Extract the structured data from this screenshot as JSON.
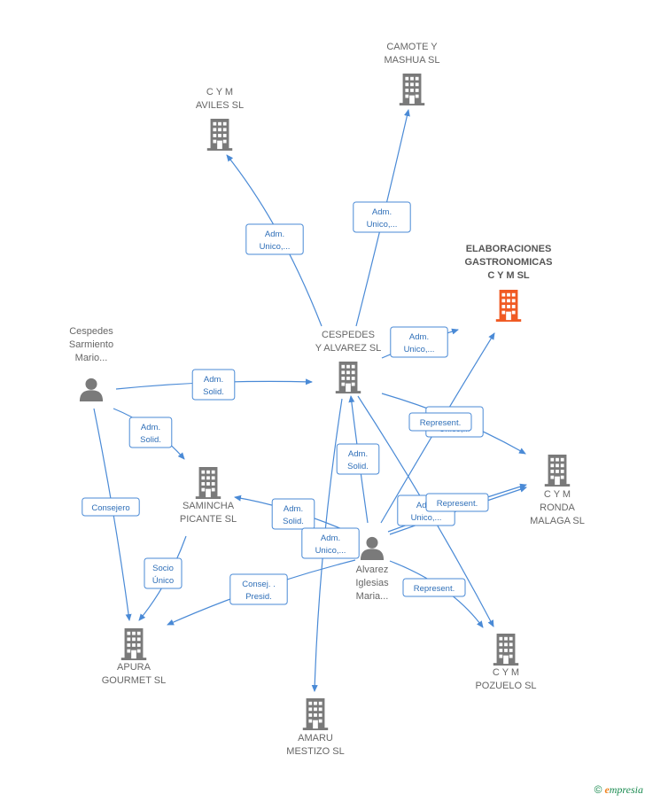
{
  "colors": {
    "edge": "#4a8ad6",
    "node": "#7a7a7a",
    "highlight": "#f05a23"
  },
  "nodes": [
    {
      "id": "camote",
      "type": "company",
      "lines": [
        "CAMOTE Y",
        "MASHUA  SL"
      ]
    },
    {
      "id": "aviles",
      "type": "company",
      "lines": [
        "C Y M",
        "AVILES  SL"
      ]
    },
    {
      "id": "elab",
      "type": "company",
      "highlight": true,
      "lines": [
        "ELABORACIONES",
        "GASTRONOMICAS",
        "C Y M  SL"
      ]
    },
    {
      "id": "cespedes_sl",
      "type": "company",
      "lines": [
        "CESPEDES",
        "Y ALVAREZ SL"
      ]
    },
    {
      "id": "cespedes_p",
      "type": "person",
      "lines": [
        "Cespedes",
        "Sarmiento",
        "Mario..."
      ]
    },
    {
      "id": "samincha",
      "type": "company",
      "lines": [
        "SAMINCHA",
        "PICANTE  SL"
      ]
    },
    {
      "id": "ronda",
      "type": "company",
      "lines": [
        "C Y M",
        "RONDA",
        "MALAGA  SL"
      ]
    },
    {
      "id": "alvarez",
      "type": "person",
      "lines": [
        "Alvarez",
        "Iglesias",
        "Maria..."
      ]
    },
    {
      "id": "apura",
      "type": "company",
      "lines": [
        "APURA",
        "GOURMET  SL"
      ]
    },
    {
      "id": "pozuelo",
      "type": "company",
      "lines": [
        "C Y M",
        "POZUELO  SL"
      ]
    },
    {
      "id": "amaru",
      "type": "company",
      "lines": [
        "AMARU",
        "MESTIZO  SL"
      ]
    }
  ],
  "edges": [
    {
      "from": "cespedes_sl",
      "to": "aviles",
      "label": [
        "Adm.",
        "Unico,..."
      ]
    },
    {
      "from": "cespedes_sl",
      "to": "camote",
      "label": [
        "Adm.",
        "Unico,..."
      ]
    },
    {
      "from": "cespedes_sl",
      "to": "elab",
      "label": [
        "Adm.",
        "Unico,..."
      ]
    },
    {
      "from": "cespedes_p",
      "to": "cespedes_sl",
      "label": [
        "Adm.",
        "Solid."
      ]
    },
    {
      "from": "cespedes_p",
      "to": "samincha",
      "label": [
        "Adm.",
        "Solid."
      ]
    },
    {
      "from": "cespedes_p",
      "to": "apura",
      "label": [
        "Consejero"
      ]
    },
    {
      "from": "samincha",
      "to": "apura",
      "label": [
        "Socio",
        "Único"
      ]
    },
    {
      "from": "cespedes_sl",
      "to": "ronda",
      "label": [
        "Adm.",
        "Unico,..."
      ]
    },
    {
      "from": "cespedes_sl",
      "to": "pozuelo",
      "label": []
    },
    {
      "from": "alvarez",
      "to": "cespedes_sl",
      "label": [
        "Adm.",
        "Solid."
      ]
    },
    {
      "from": "alvarez",
      "to": "samincha",
      "label": [
        "Adm.",
        "Solid."
      ]
    },
    {
      "from": "alvarez",
      "to": "elab",
      "label": [
        "Represent."
      ]
    },
    {
      "from": "alvarez",
      "to": "ronda",
      "label": [
        "Adm.",
        "Unico,..."
      ]
    },
    {
      "from": "alvarez",
      "to": "ronda",
      "label": [
        "Represent."
      ]
    },
    {
      "from": "alvarez",
      "to": "pozuelo",
      "label": [
        "Represent."
      ]
    },
    {
      "from": "alvarez",
      "to": "apura",
      "label": [
        "Consej. .",
        "Presid."
      ]
    },
    {
      "from": "cespedes_sl",
      "to": "amaru",
      "label": [
        "Adm.",
        "Unico,..."
      ]
    }
  ],
  "footer": {
    "copyright": "©",
    "brand_first": "e",
    "brand_rest": "mpresia"
  }
}
